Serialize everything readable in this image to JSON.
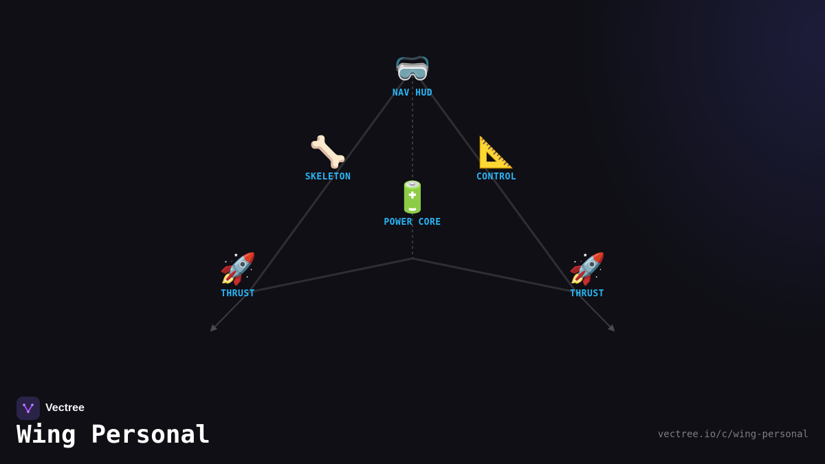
{
  "diagram": {
    "nodes": [
      {
        "id": "nav-hud",
        "icon": "🥽",
        "icon_name": "goggles-icon",
        "label": "NAV HUD"
      },
      {
        "id": "skeleton",
        "icon": "🦴",
        "icon_name": "bone-icon",
        "label": "SKELETON"
      },
      {
        "id": "control",
        "icon": "📐",
        "icon_name": "triangular-ruler-icon",
        "label": "CONTROL"
      },
      {
        "id": "power-core",
        "icon": "🔋",
        "icon_name": "battery-icon",
        "label": "POWER CORE"
      },
      {
        "id": "thrust-left",
        "icon": "🚀",
        "icon_name": "rocket-icon",
        "label": "THRUST"
      },
      {
        "id": "thrust-right",
        "icon": "🚀",
        "icon_name": "rocket-icon",
        "label": "THRUST"
      }
    ],
    "label_color": "#29b6f6",
    "line_color": "#2e2e33"
  },
  "brand": {
    "name": "Vectree",
    "logo_icon": "vectree-logo-icon",
    "accent_color": "#a64cf0"
  },
  "page": {
    "title": "Wing Personal",
    "url": "vectree.io/c/wing-personal"
  }
}
